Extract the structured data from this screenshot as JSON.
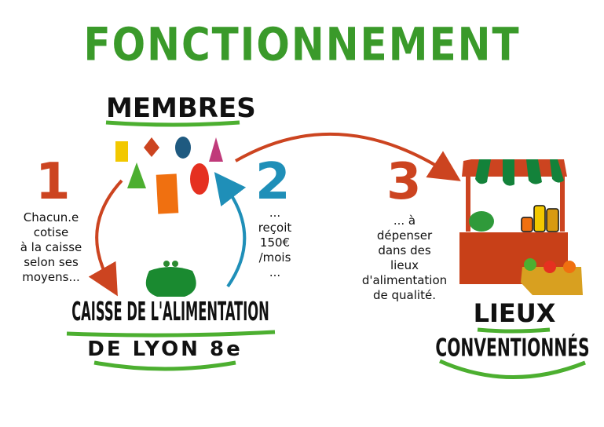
{
  "title": "FONCTIONNEMENT",
  "members": {
    "label": "MEMBRES"
  },
  "steps": [
    {
      "number": "1",
      "text": [
        "Chacun.e",
        "cotise",
        "à la caisse",
        "selon ses",
        "moyens..."
      ],
      "color": "#cc4420"
    },
    {
      "number": "2",
      "text": [
        "...",
        "reçoit",
        "150€",
        "/mois",
        "..."
      ],
      "color": "#1f8fb8"
    },
    {
      "number": "3",
      "text": [
        "... à",
        "dépenser",
        "dans des",
        "lieux",
        "d'alimentation",
        "de qualité."
      ],
      "color": "#cc4420"
    }
  ],
  "fund": {
    "line1": "CAISSE DE L'ALIMENTATION",
    "line2": "DE LYON 8e"
  },
  "places": {
    "line1": "LIEUX",
    "line2": "CONVENTIONNÉS"
  },
  "colors": {
    "green": "#3a9a2a",
    "orange": "#cc4420",
    "blue": "#1f8fb8"
  }
}
